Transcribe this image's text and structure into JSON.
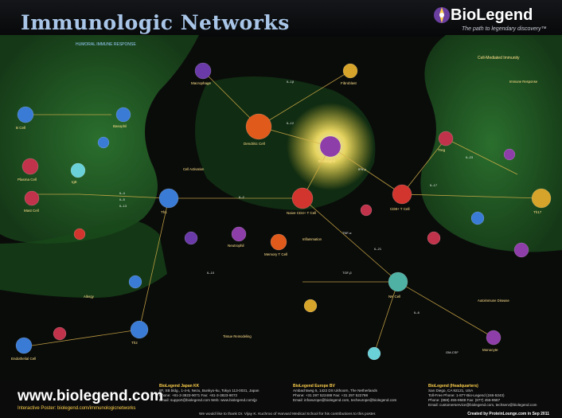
{
  "header": {
    "title": "Immunologic Networks",
    "brand": "BioLegend",
    "tagline": "The path to legendary discovery™"
  },
  "colors": {
    "background": "#0a0c0a",
    "green_region": "#1f5a22",
    "title": "#a9c6e8",
    "arrows": "#d9b24a",
    "labels": "#ffe08a",
    "brand_yellow": "#ffd24a"
  },
  "regions": {
    "left_top": "HUMORAL IMMUNE RESPONSE",
    "right_top": "Cell-Mediated Immunity"
  },
  "cells": [
    {
      "id": "c1",
      "label": "B Cell",
      "color": "#3a7bd5"
    },
    {
      "id": "c2",
      "label": "Plasma Cell",
      "color": "#c1334a"
    },
    {
      "id": "c3",
      "label": "IgE",
      "color": "#6ad1d8"
    },
    {
      "id": "c4",
      "label": "Th1",
      "color": "#3a7bd5"
    },
    {
      "id": "c5",
      "label": "Naive CD4+ T Cell",
      "color": "#d1352e"
    },
    {
      "id": "c6",
      "label": "Dendritic Cell",
      "color": "#e05a1b"
    },
    {
      "id": "c7",
      "label": "Mast Cell",
      "color": "#c1334a"
    },
    {
      "id": "c8",
      "label": "Eosinophil",
      "color": "#8e3ea8"
    },
    {
      "id": "c9",
      "label": "Basophil",
      "color": "#3a7bd5"
    },
    {
      "id": "c10",
      "label": "Neutrophil",
      "color": "#8e3ea8"
    },
    {
      "id": "c11",
      "label": "Macrophage",
      "color": "#6a3aa8"
    },
    {
      "id": "c12",
      "label": "NK Cell",
      "color": "#4fb1a4"
    },
    {
      "id": "c13",
      "label": "CD8+ T Cell",
      "color": "#d1352e"
    },
    {
      "id": "c14",
      "label": "Th17",
      "color": "#d6a42a"
    },
    {
      "id": "c15",
      "label": "Treg",
      "color": "#c1334a"
    },
    {
      "id": "c16",
      "label": "Th2",
      "color": "#3a7bd5"
    },
    {
      "id": "c17",
      "label": "Monocyte",
      "color": "#8e3ea8"
    },
    {
      "id": "c18",
      "label": "Memory T Cell",
      "color": "#e05a1b"
    },
    {
      "id": "c19",
      "label": "Fibroblast",
      "color": "#d6a42a"
    },
    {
      "id": "c20",
      "label": "Endothelial Cell",
      "color": "#3a7bd5"
    }
  ],
  "mediators": [
    "IL-4",
    "IL-5",
    "IL-13",
    "IL-12",
    "IFN-γ",
    "TNF-α",
    "IL-17",
    "IL-23",
    "IL-10",
    "TGF-β",
    "IL-2",
    "IL-6",
    "IL-1β",
    "IL-21",
    "GM-CSF"
  ],
  "processes": [
    "Inflammation",
    "Cell Activation",
    "Allergy",
    "Autoimmune Disease",
    "Tissue Remodeling",
    "Immune Response"
  ],
  "footer": {
    "website": "www.biolegend.com",
    "interactive": "Interactive Poster: biolegend.com/immunologicnetworks",
    "offices": [
      {
        "name": "BioLegend Japan KK",
        "lines": [
          "8F, SB bldg., 1-4-6, Nezu, Bunkyo-ku, Tokyo 113-0031, Japan",
          "Phone: +81-3-3823-9071   Fax: +81-3-3823-9072",
          "Email: support@biolegend.com   Web: www.biolegend.com/jp"
        ]
      },
      {
        "name": "BioLegend Europe BV",
        "lines": [
          "Ambachtweg 5, 1422 DS Uithoorn, The Netherlands",
          "Phone: +31 297 522488   Fax: +31 297 522798",
          "Email: infoeurope@biolegend.com, techeurope@biolegend.com"
        ]
      },
      {
        "name": "BioLegend (Headquarters)",
        "lines": [
          "San Diego, CA 92121, USA",
          "Toll-Free Phone: 1-877-Bio-Legend (246-5343)",
          "Phone: (858) 455-9588   Fax: (877) 455-9587",
          "Email: customerservice@biolegend.com, techserv@biolegend.com"
        ]
      }
    ],
    "thanks": "We would like to thank Dr. Vijay K. Kuchroo of Harvard Medical School for his contributions to this poster.",
    "created": "Created by ProteinLounge.com in Sep 2011"
  }
}
